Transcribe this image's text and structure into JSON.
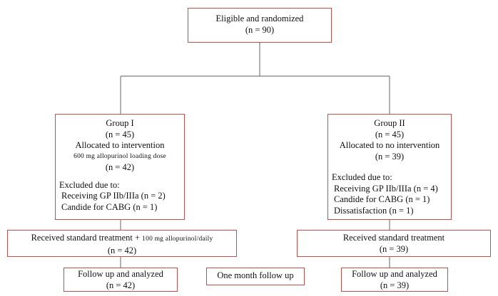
{
  "colors": {
    "box_border": "#c0504d",
    "connector": "#7f7f7f",
    "text": "#111111"
  },
  "eligible": {
    "title": "Eligible and randomized",
    "count": "(n = 90)"
  },
  "group1": {
    "title": "Group I",
    "count": "(n = 45)",
    "allocation": "Allocated to intervention",
    "dose": "600 mg allopurinol loading dose",
    "allocated_count": "(n = 42)",
    "excluded_heading": "Excluded due to:",
    "excluded_reasons": [
      "Receiving GP IIb/IIIa (n = 2)",
      "Candide for CABG (n = 1)"
    ]
  },
  "group2": {
    "title": "Group II",
    "count": "(n = 45)",
    "allocation": "Allocated to no intervention",
    "allocated_count": "(n = 39)",
    "excluded_heading": "Excluded due to:",
    "excluded_reasons": [
      "Receiving GP IIb/IIIa (n = 4)",
      "Candide for CABG (n = 1)",
      "Dissatisfaction (n = 1)"
    ]
  },
  "treatment1": {
    "label_main": "Received standard treatment + ",
    "label_small": "100 mg allopurinol/daily",
    "count": "(n = 42)"
  },
  "treatment2": {
    "label": "Received standard treatment",
    "count": "(n = 39)"
  },
  "followup1": {
    "label": "Follow up and analyzed",
    "count": "(n = 42)"
  },
  "followup_middle": {
    "label": "One month follow up"
  },
  "followup2": {
    "label": "Follow up and analyzed",
    "count": "(n = 39)"
  }
}
